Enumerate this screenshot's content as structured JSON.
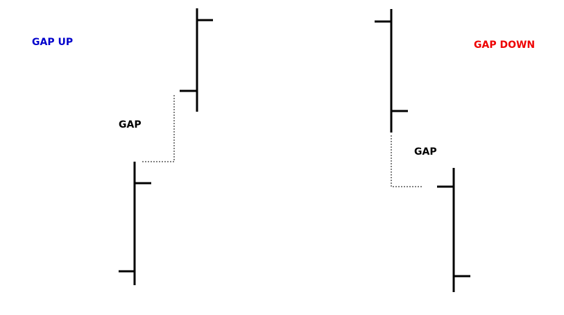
{
  "labels": {
    "gap_up": "GAP UP",
    "gap_down": "GAP DOWN",
    "gap_left": "GAP",
    "gap_right": "GAP"
  },
  "colors": {
    "gap_up": "#0000cc",
    "gap_down": "#ee0000",
    "bars": "#000000",
    "background": "#ffffff"
  }
}
